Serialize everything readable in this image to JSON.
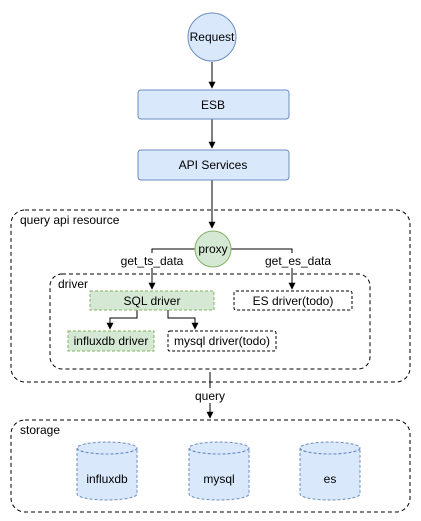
{
  "nodes": {
    "request": "Request",
    "esb": "ESB",
    "api_services": "API Services",
    "proxy": "proxy",
    "sql_driver": "SQL driver",
    "es_driver": "ES driver(todo)",
    "influxdb_driver": "influxdb driver",
    "mysql_driver": "mysql driver(todo)"
  },
  "groups": {
    "query_api_resource": "query api resource",
    "driver": "driver",
    "storage": "storage"
  },
  "edge_labels": {
    "get_ts_data": "get_ts_data",
    "get_es_data": "get_es_data",
    "query": "query"
  },
  "storage_items": [
    "influxdb",
    "mysql",
    "es"
  ],
  "colors": {
    "blue_fill": "#dae8fc",
    "blue_stroke": "#6c8ebf",
    "green_fill": "#d5e8d4",
    "green_stroke": "#82b366"
  }
}
